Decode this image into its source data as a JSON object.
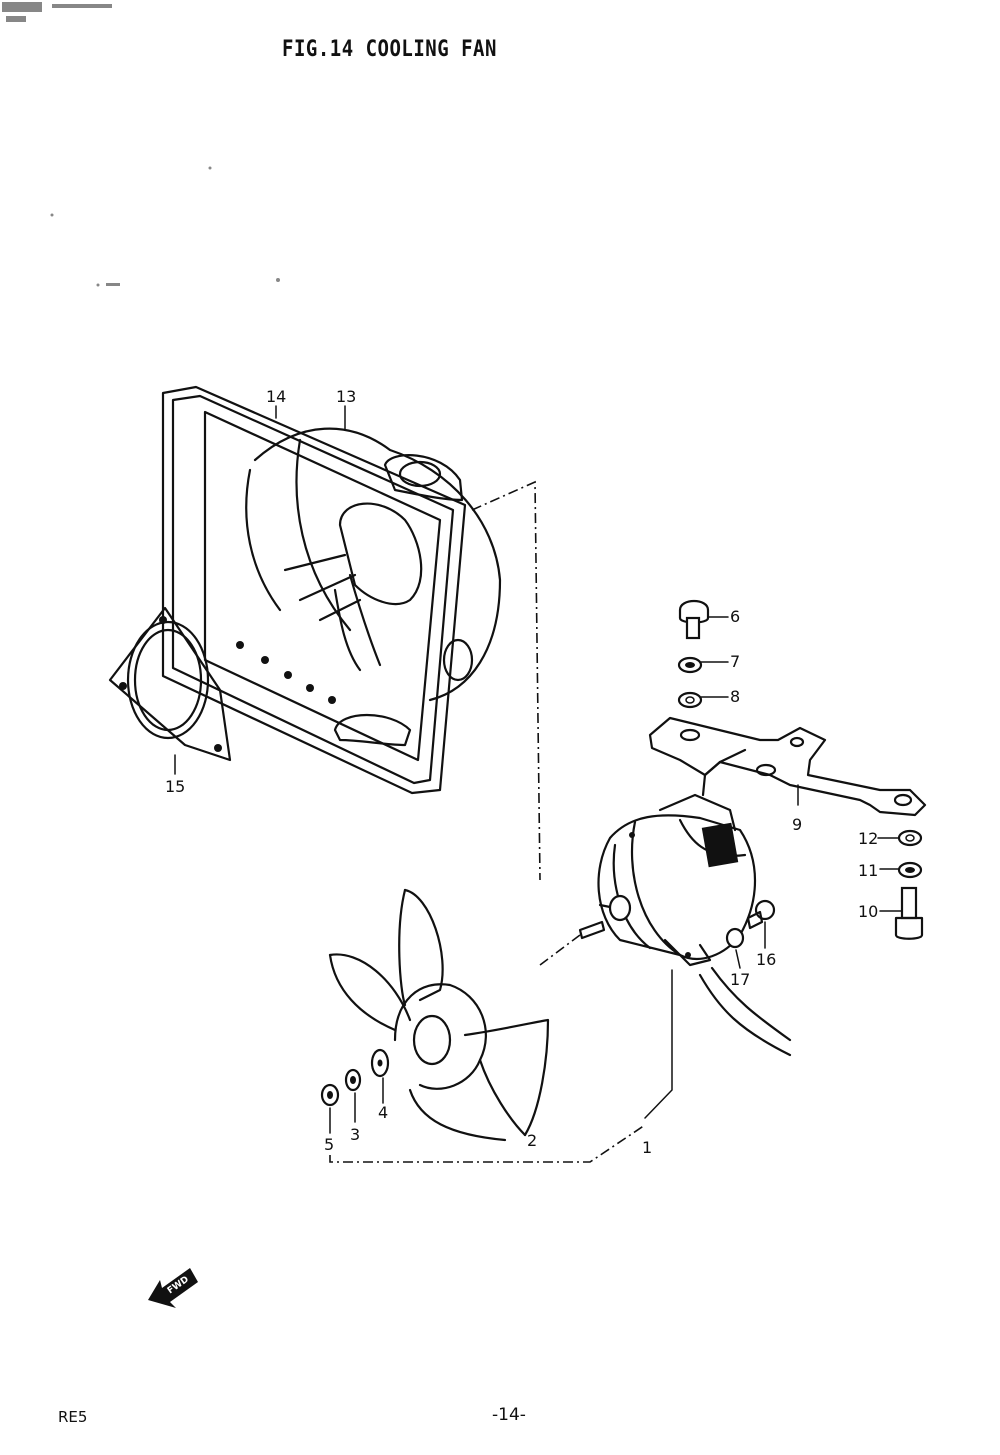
{
  "figure": {
    "title": "FIG.14   COOLING FAN"
  },
  "footer": {
    "left_code": "RE5",
    "page_number": "-14-"
  },
  "arrow_badge": {
    "text": "FWD"
  },
  "callouts": [
    {
      "id": "1",
      "text": "1"
    },
    {
      "id": "2",
      "text": "2"
    },
    {
      "id": "3",
      "text": "3"
    },
    {
      "id": "4",
      "text": "4"
    },
    {
      "id": "5",
      "text": "5"
    },
    {
      "id": "6",
      "text": "6"
    },
    {
      "id": "7",
      "text": "7"
    },
    {
      "id": "8",
      "text": "8"
    },
    {
      "id": "9",
      "text": "9"
    },
    {
      "id": "10",
      "text": "10"
    },
    {
      "id": "11",
      "text": "11"
    },
    {
      "id": "12",
      "text": "12"
    },
    {
      "id": "13",
      "text": "13"
    },
    {
      "id": "14",
      "text": "14"
    },
    {
      "id": "15",
      "text": "15"
    },
    {
      "id": "16",
      "text": "16"
    },
    {
      "id": "17",
      "text": "17"
    }
  ]
}
